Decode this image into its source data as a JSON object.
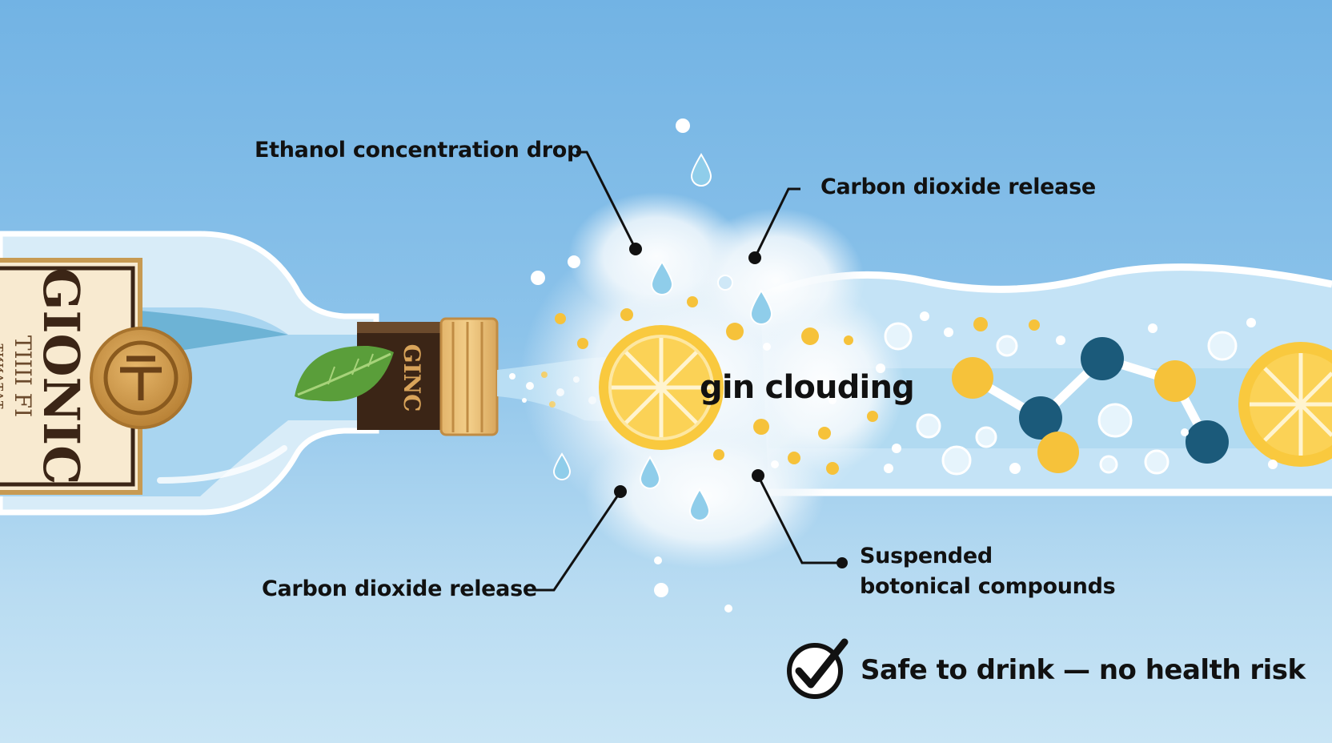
{
  "diagram": {
    "title": "gin clouding",
    "labels": {
      "ethanol_drop": "Ethanol concentration drop",
      "co2_top": "Carbon dioxide release",
      "co2_bottom": "Carbon dioxide release",
      "suspended_line1": "Suspended",
      "suspended_line2": "botonical compounds"
    },
    "safety_note": "Safe to drink — no health risk",
    "bottle": {
      "label_main": "GIONIC",
      "label_sub1": "TIIII FI",
      "label_sub2": "ᴛᴎᴎᴧᴛᴧᴛ",
      "neck_text": "GINC"
    },
    "colors": {
      "sky_top": "#72b3e4",
      "sky_bottom": "#c9e5f5",
      "liquid": "#a9d5f0",
      "lemon": "#f9c93e",
      "molecule_dark": "#1b5a7a",
      "molecule_gold": "#f6c23a",
      "leaf": "#5a9e3a",
      "label_paper": "#f8ead0",
      "label_brown": "#3b2516"
    },
    "icons": [
      "checkmark-circle-icon",
      "leaf-icon",
      "lemon-slice-icon",
      "bubble-icon",
      "water-drop-icon",
      "molecule-icon",
      "seal-icon"
    ]
  }
}
